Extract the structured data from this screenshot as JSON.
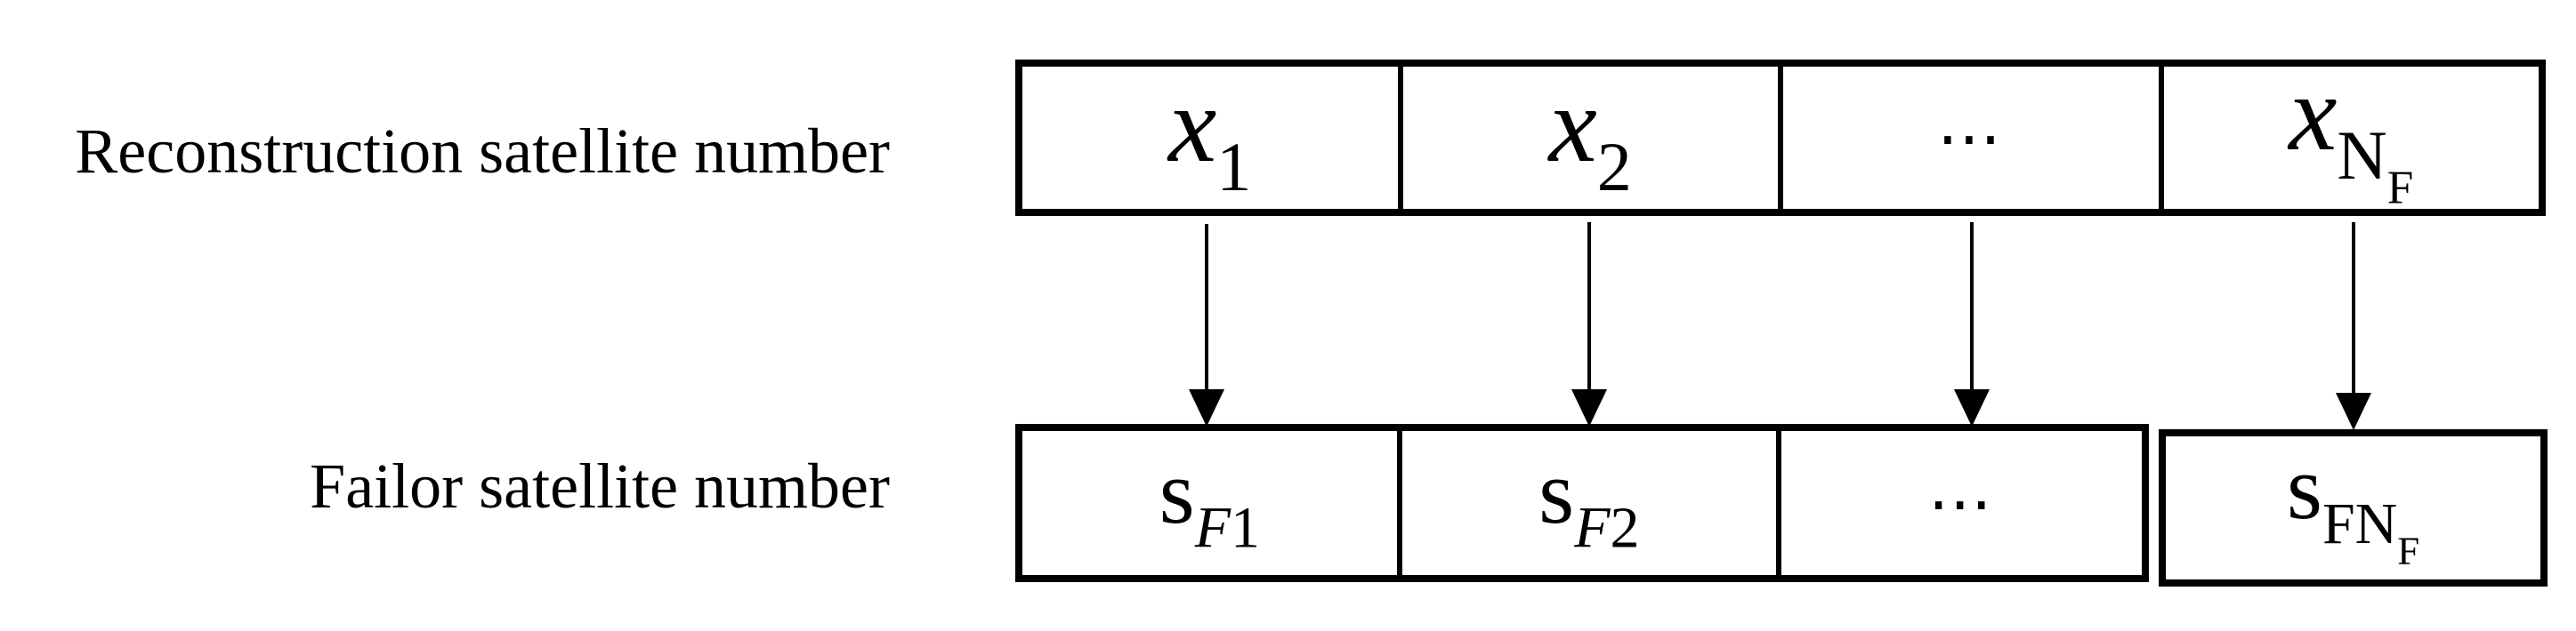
{
  "figure": {
    "background_color": "#ffffff",
    "ink_color": "#000000"
  },
  "rows": [
    {
      "label": "Reconstruction satellite number",
      "cells": [
        {
          "base": "x",
          "sub": "1"
        },
        {
          "base": "x",
          "sub": "2"
        },
        {
          "ellipsis": "⋯"
        },
        {
          "base": "x",
          "sub": "N",
          "subsub": "F"
        }
      ]
    },
    {
      "label": "Failor satellite number",
      "cells": [
        {
          "base": "s",
          "sub_italic": "F",
          "sub": "1"
        },
        {
          "base": "s",
          "sub_italic": "F",
          "sub": "2"
        },
        {
          "ellipsis": "⋯"
        },
        {
          "base": "s",
          "sub": "FN",
          "subsub": "F"
        }
      ]
    }
  ],
  "connectors": {
    "icon": "down-arrow-icon",
    "count": 4
  }
}
